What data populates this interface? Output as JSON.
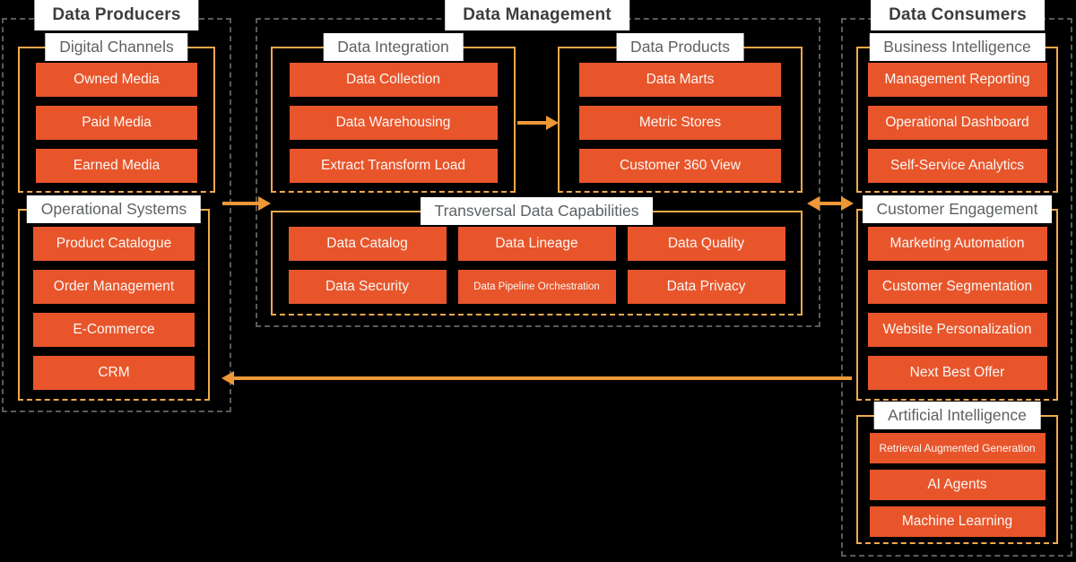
{
  "colors": {
    "background": "#000000",
    "node_fill": "#E8552B",
    "node_text": "#FBF7F4",
    "group_border": "#F2A94C",
    "arrow": "#EE9737",
    "section_border": "#5A5A5A",
    "title_text": "#3D3D3D",
    "label_text": "#5D6164",
    "label_background": "#FFFFFF"
  },
  "sections": [
    {
      "title": "Data Producers",
      "groups": [
        {
          "label": "Digital Channels",
          "items": [
            "Owned Media",
            "Paid Media",
            "Earned Media"
          ]
        },
        {
          "label": "Operational Systems",
          "items": [
            "Product Catalogue",
            "Order Management",
            "E-Commerce",
            "CRM"
          ]
        }
      ]
    },
    {
      "title": "Data Management",
      "groups": [
        {
          "label": "Data Integration",
          "items": [
            "Data Collection",
            "Data Warehousing",
            "Extract Transform Load"
          ]
        },
        {
          "label": "Data Products",
          "items": [
            "Data Marts",
            "Metric Stores",
            "Customer 360 View"
          ]
        },
        {
          "label": "Transversal Data Capabilities",
          "items": [
            "Data Catalog",
            "Data Lineage",
            "Data Quality",
            "Data Security",
            "Data Pipeline Orchestration",
            "Data Privacy"
          ]
        }
      ]
    },
    {
      "title": "Data Consumers",
      "groups": [
        {
          "label": "Business Intelligence",
          "items": [
            "Management Reporting",
            "Operational Dashboard",
            "Self-Service Analytics"
          ]
        },
        {
          "label": "Customer Engagement",
          "items": [
            "Marketing Automation",
            "Customer Segmentation",
            "Website Personalization",
            "Next Best Offer"
          ]
        },
        {
          "label": "Artificial Intelligence",
          "items": [
            "Retrieval Augmented Generation",
            "AI Agents",
            "Machine Learning"
          ]
        }
      ]
    }
  ],
  "arrows": [
    {
      "from": "Data Producers",
      "to": "Data Management",
      "direction": "right"
    },
    {
      "from": "Data Integration",
      "to": "Data Products",
      "direction": "right"
    },
    {
      "from": "Data Management",
      "to": "Data Consumers",
      "direction": "both"
    },
    {
      "from": "Data Consumers",
      "to": "Data Producers",
      "direction": "left"
    }
  ]
}
